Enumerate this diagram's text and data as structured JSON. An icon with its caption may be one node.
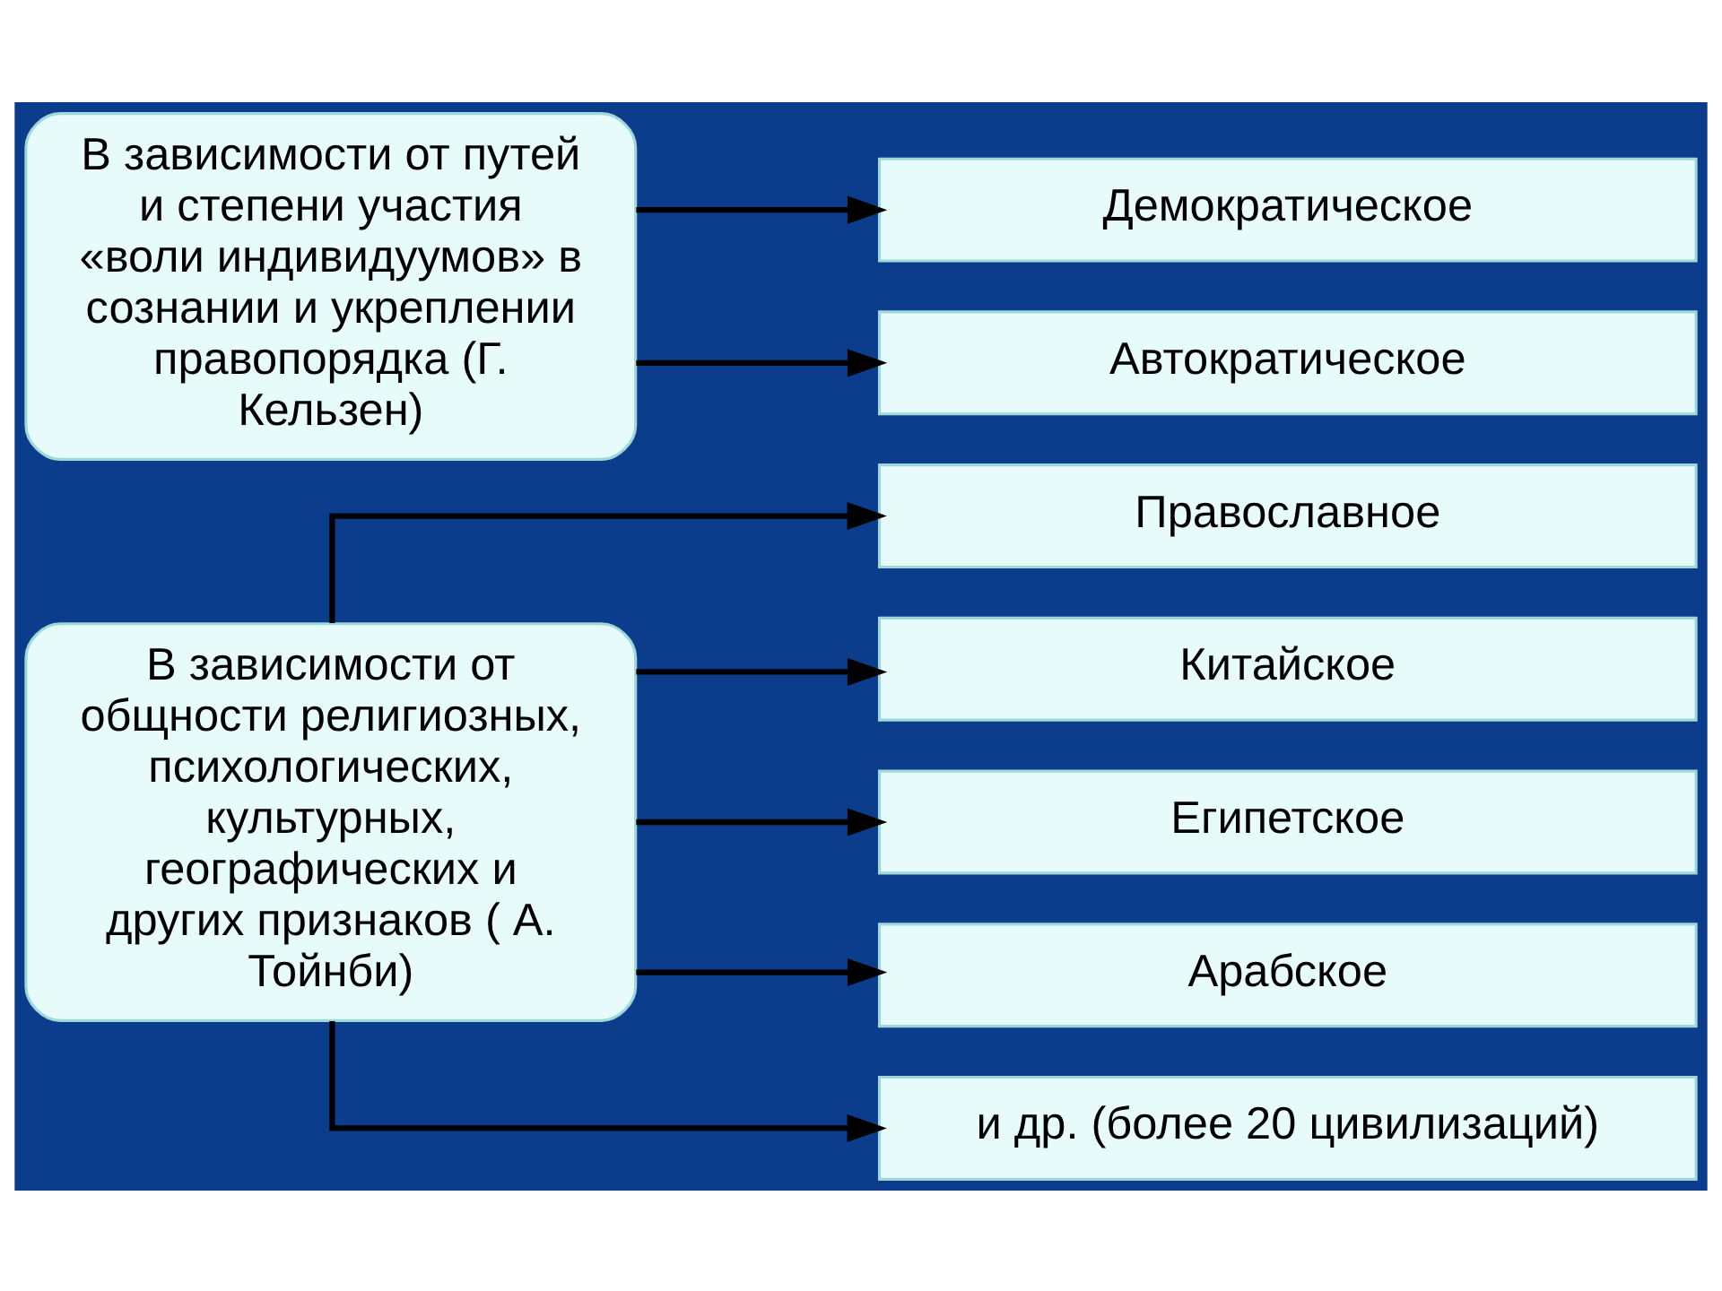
{
  "diagram": {
    "nodes": [
      {
        "text": [
          "В зависимости от общности религиозных, психологических, культурных, географических и других признаков ( А. Тойнби)"
        ]
      },
      {
        "text": [
          "Православное"
        ]
      },
      {
        "text": [
          "Китайское"
        ]
      },
      {
        "text": [
          "Египетское"
        ]
      },
      {
        "text": [
          "Арабское"
        ]
      },
      {
        "text": [
          "и др. (более 20 цивилизаций)"
        ]
      },
      {
        "text": [
          "В зависимости от путей и степени участия «воли индивидуумов» в сознании и укреплении правопорядка (Г. Кельзен)"
        ]
      },
      {
        "text": [
          "Демократическое"
        ]
      },
      {
        "text": [
          "Автократическое"
        ]
      }
    ],
    "edges": [
      {
        "from": 0,
        "to": 1,
        "arrow": "to"
      },
      {
        "from": 0,
        "to": 2,
        "arrow": "to"
      },
      {
        "from": 0,
        "to": 3,
        "arrow": "to"
      },
      {
        "from": 0,
        "to": 4,
        "arrow": "to"
      },
      {
        "from": 0,
        "to": 5,
        "arrow": "to"
      },
      {
        "from": 6,
        "to": 7,
        "arrow": "to"
      },
      {
        "from": 6,
        "to": 8,
        "arrow": "to"
      }
    ]
  }
}
